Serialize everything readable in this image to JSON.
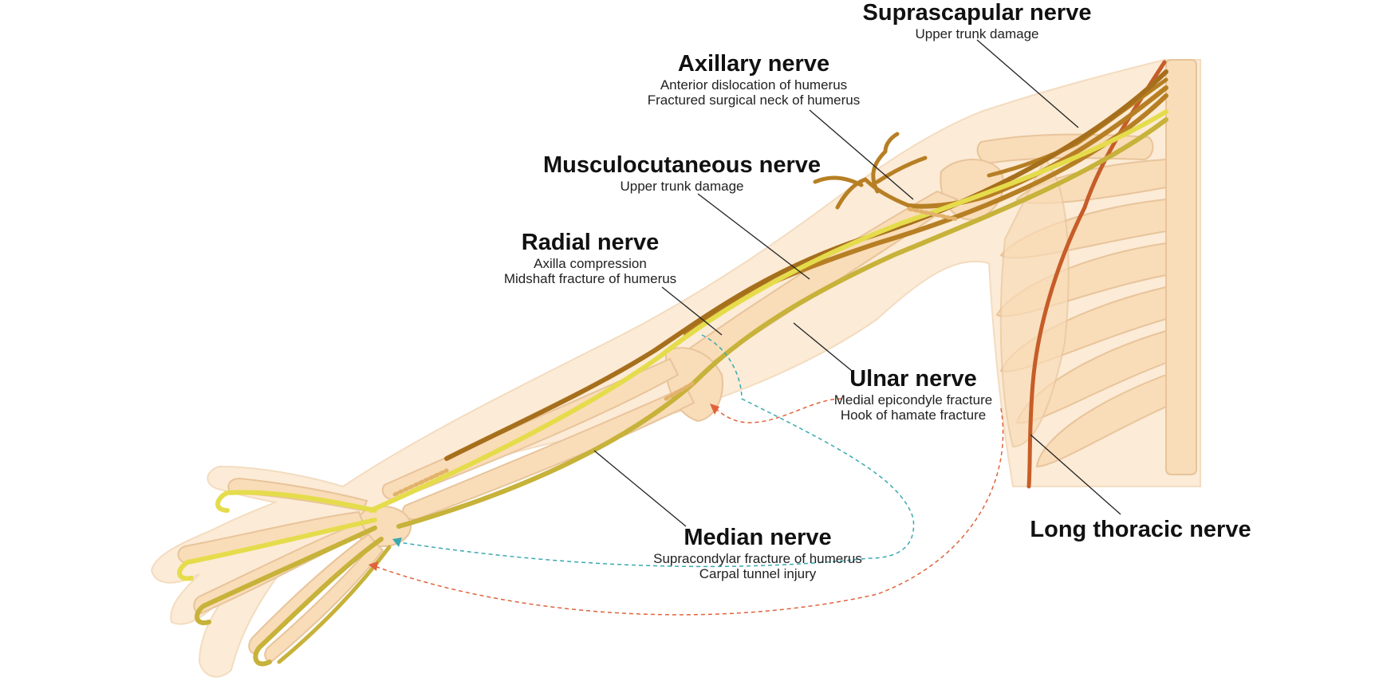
{
  "colors": {
    "skin": "#fcebd6",
    "skin_outline": "#f3dcc0",
    "bone": "#f9dcb8",
    "bone_outline": "#e8c49b",
    "nerve_yellow": "#e5dc4c",
    "nerve_olive": "#c7b23a",
    "nerve_brown": "#b77f24",
    "nerve_rust": "#c65d29",
    "pointer_line": "#222222",
    "teal_arrow": "#3aa9b0",
    "orange_arrow": "#e0633a"
  },
  "labels": [
    {
      "key": "suprascapular",
      "title": "Suprascapular nerve",
      "lines": [
        "Upper trunk damage"
      ]
    },
    {
      "key": "axillary",
      "title": "Axillary nerve",
      "lines": [
        "Anterior dislocation of humerus",
        "Fractured surgical neck of humerus"
      ]
    },
    {
      "key": "musculocutaneous",
      "title": "Musculocutaneous nerve",
      "lines": [
        "Upper trunk damage"
      ]
    },
    {
      "key": "radial",
      "title": "Radial nerve",
      "lines": [
        "Axilla compression",
        "Midshaft fracture of humerus"
      ]
    },
    {
      "key": "ulnar",
      "title": "Ulnar nerve",
      "lines": [
        "Medial epicondyle fracture",
        "Hook of hamate fracture"
      ]
    },
    {
      "key": "median",
      "title": "Median nerve",
      "lines": [
        "Supracondylar fracture of humerus",
        "Carpal tunnel injury"
      ]
    },
    {
      "key": "long_thoracic",
      "title": "Long thoracic nerve",
      "lines": []
    }
  ]
}
